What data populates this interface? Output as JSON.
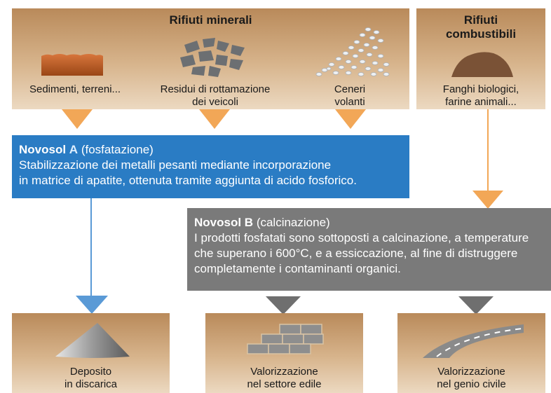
{
  "top": {
    "mineral_title": "Rifiuti minerali",
    "fuel_title_1": "Rifiuti",
    "fuel_title_2": "combustibili",
    "sediment_label": "Sedimenti, terreni...",
    "vehicle_label_1": "Residui di rottamazione",
    "vehicle_label_2": "dei veicoli",
    "ash_label_1": "Ceneri",
    "ash_label_2": "volanti",
    "sludge_label_1": "Fanghi biologici,",
    "sludge_label_2": "farine animali..."
  },
  "process_a": {
    "name": "Novosol",
    "letter": "A",
    "qualifier": "(fosfatazione)",
    "line1": "Stabilizzazione dei metalli pesanti mediante incorporazione",
    "line2": "in matrice di apatite, ottenuta tramite aggiunta di acido fosforico."
  },
  "process_b": {
    "name": "Novosol",
    "letter": "B",
    "qualifier": "(calcinazione)",
    "line1": "I prodotti fosfatati sono sottoposti a calcinazione, a temperature",
    "line2": "che superano i 600°C, e a essiccazione, al fine di distruggere",
    "line3": "completamente i contaminanti organici."
  },
  "outputs": {
    "landfill_1": "Deposito",
    "landfill_2": "in discarica",
    "building_1": "Valorizzazione",
    "building_2": "nel settore edile",
    "civil_1": "Valorizzazione",
    "civil_2": "nel genio civile"
  },
  "colors": {
    "orange_arrow": "#f2a757",
    "blue_banner": "#2a7cc4",
    "grey_banner": "#7a7a7a",
    "blue_arrow": "#5a9ad6",
    "grey_arrow": "#6f6f6f"
  }
}
